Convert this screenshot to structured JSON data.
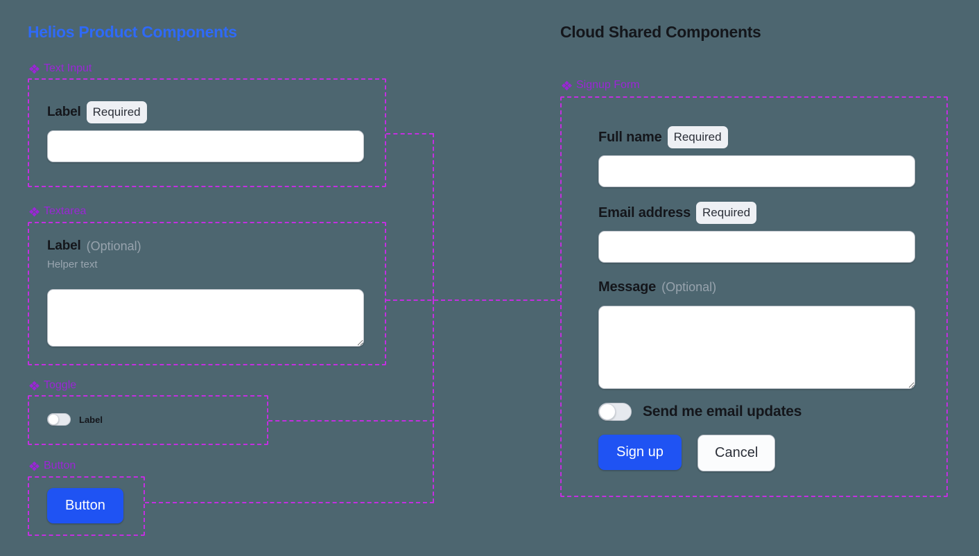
{
  "canvas": {
    "background_color": "#4d6670",
    "annotation_color": "#c32fe0",
    "section_label_color": "#9b26d6",
    "accent_blue": "#1f53f3"
  },
  "left_column": {
    "title": "Helios Product Components",
    "title_color": "#2f6af7",
    "sections": [
      {
        "label": "Text Input",
        "icon": "diamond-cluster-icon",
        "field": {
          "label": "Label",
          "badge": "Required",
          "value": "",
          "placeholder": ""
        }
      },
      {
        "label": "Textarea",
        "icon": "diamond-cluster-icon",
        "field": {
          "label": "Label",
          "optional": "(Optional)",
          "helper": "Helper text",
          "value": "",
          "placeholder": ""
        }
      },
      {
        "label": "Toggle",
        "icon": "diamond-cluster-icon",
        "field": {
          "label": "Label",
          "state": "off"
        }
      },
      {
        "label": "Button",
        "icon": "diamond-cluster-icon",
        "field": {
          "label": "Button"
        }
      }
    ]
  },
  "right_column": {
    "title": "Cloud Shared Components",
    "title_color": "#14161b",
    "sections": [
      {
        "label": "Signup Form",
        "icon": "diamond-cluster-icon"
      }
    ],
    "signup_form": {
      "full_name": {
        "label": "Full name",
        "badge": "Required",
        "value": "",
        "placeholder": ""
      },
      "email": {
        "label": "Email address",
        "badge": "Required",
        "value": "",
        "placeholder": ""
      },
      "message": {
        "label": "Message",
        "optional": "(Optional)",
        "value": "",
        "placeholder": ""
      },
      "updates_toggle": {
        "label": "Send me email updates",
        "state": "off"
      },
      "submit_button": "Sign up",
      "cancel_button": "Cancel"
    }
  }
}
